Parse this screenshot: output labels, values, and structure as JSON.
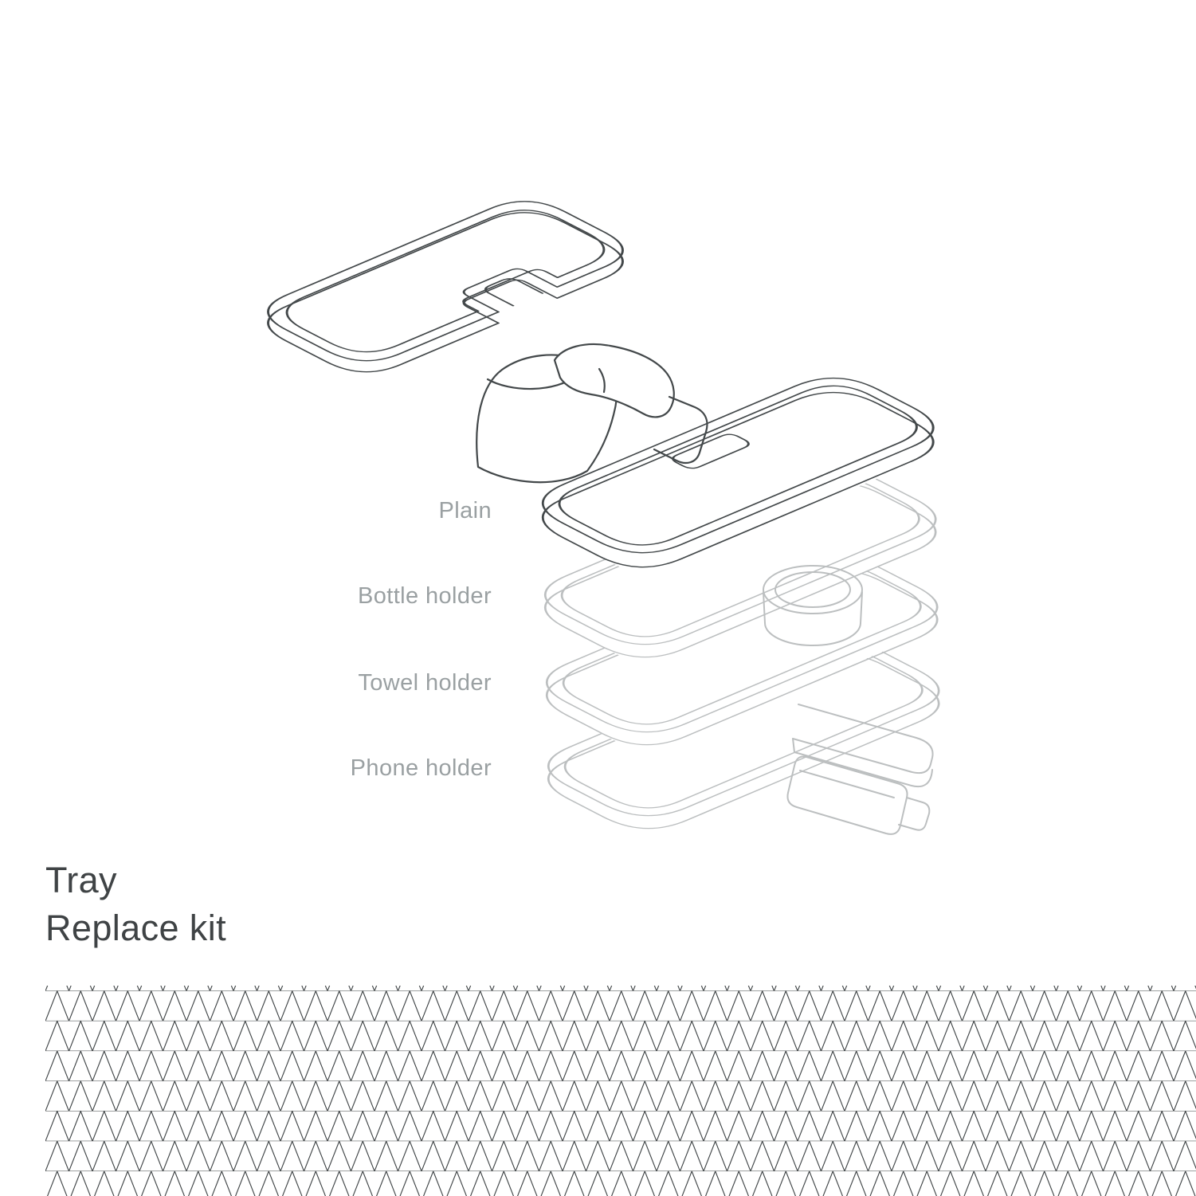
{
  "diagram": {
    "parts": [
      {
        "label": "Plain"
      },
      {
        "label": "Bottle holder"
      },
      {
        "label": "Towel holder"
      },
      {
        "label": "Phone holder"
      }
    ]
  },
  "title": {
    "line1": "Tray",
    "line2": "Replace kit"
  },
  "colors": {
    "background": "#ffffff",
    "dark_line": "#43484a",
    "light_line": "#bcbfc0",
    "label_text": "#9aa0a2",
    "title_text": "#3f4345",
    "pattern_line": "#3a3f41"
  }
}
